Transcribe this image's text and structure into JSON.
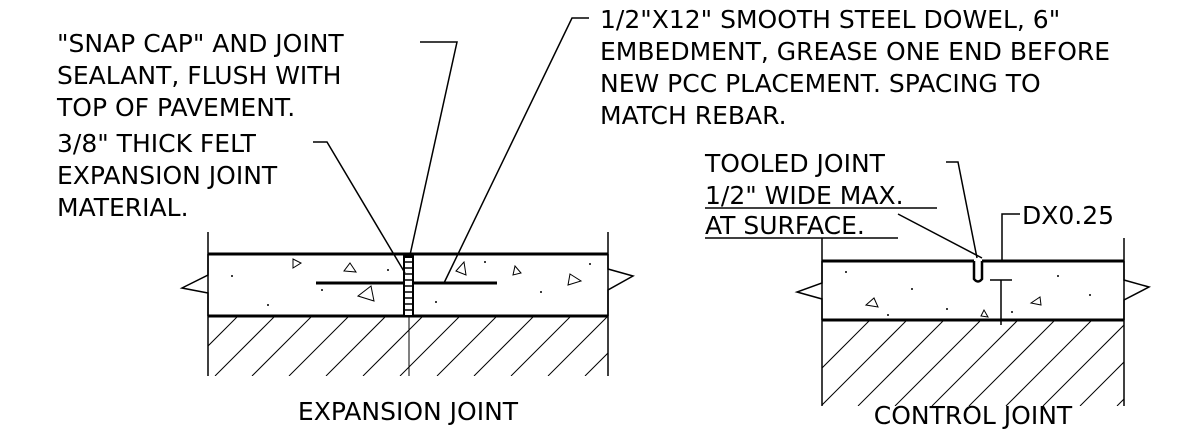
{
  "expansion_joint": {
    "caption": "EXPANSION JOINT",
    "note_snap_cap": [
      "\"SNAP CAP\" AND JOINT",
      "SEALANT, FLUSH WITH",
      "TOP OF PAVEMENT."
    ],
    "note_felt": [
      "3/8\" THICK FELT",
      "EXPANSION JOINT",
      "MATERIAL."
    ],
    "note_dowel": [
      "1/2\"X12\" SMOOTH STEEL DOWEL, 6\"",
      "EMBEDMENT, GREASE ONE END BEFORE",
      "NEW PCC PLACEMENT. SPACING TO",
      "MATCH REBAR."
    ]
  },
  "control_joint": {
    "caption": "CONTROL JOINT",
    "note_tooled": [
      "TOOLED JOINT",
      "1/2\" WIDE MAX.",
      "AT SURFACE."
    ],
    "note_depth": "DX0.25"
  }
}
